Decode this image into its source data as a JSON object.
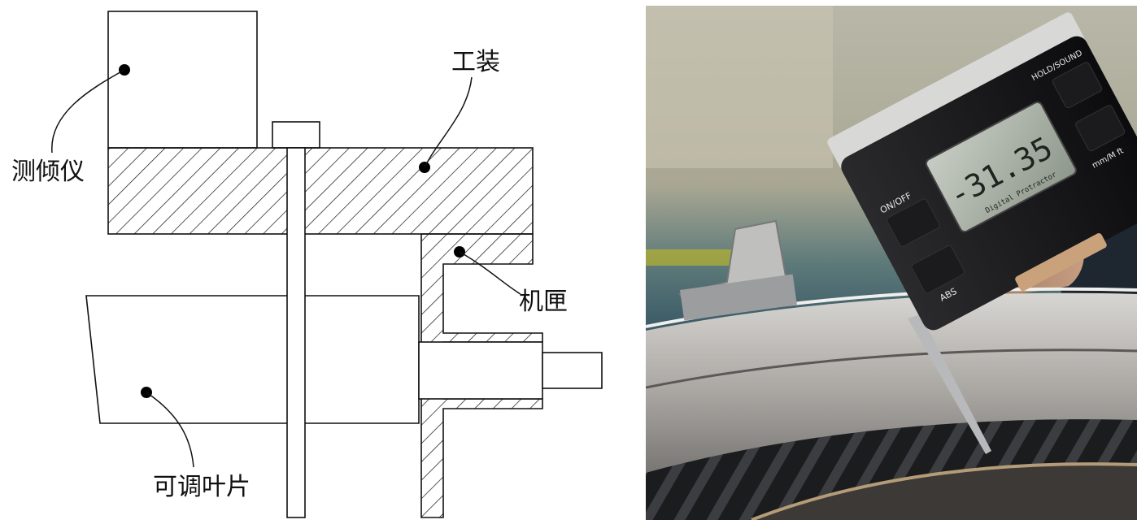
{
  "diagram": {
    "labels": {
      "inclinometer": "测倾仪",
      "fixture": "工装",
      "casing": "机匣",
      "variable_vane": "可调叶片"
    }
  },
  "photo": {
    "device": {
      "readout": "-31.35",
      "buttons": {
        "on_off": "ON/OFF",
        "abs": "ABS",
        "hold": "HOLD/SOUND",
        "mode": "mm/M ft"
      },
      "lcd_caption": "Digital Protractor"
    }
  }
}
